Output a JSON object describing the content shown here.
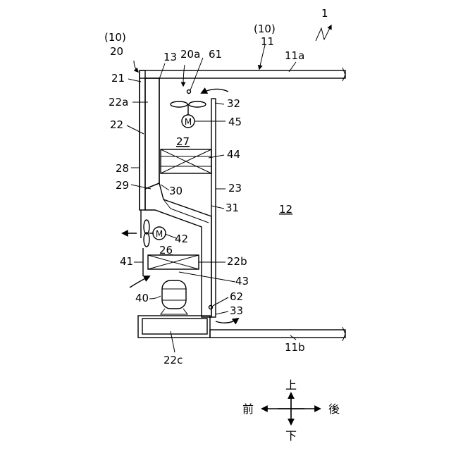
{
  "labels": {
    "fig_ref_1": "1",
    "ref_10_left": "(10)",
    "ref_20": "20",
    "ref_10_right": "(10)",
    "ref_11": "11",
    "ref_11a": "11a",
    "ref_13": "13",
    "ref_20a": "20a",
    "ref_61": "61",
    "ref_21": "21",
    "ref_22a": "22a",
    "ref_32": "32",
    "ref_22": "22",
    "ref_45": "45",
    "ref_27": "27",
    "ref_44": "44",
    "ref_28": "28",
    "ref_29": "29",
    "ref_30": "30",
    "ref_23": "23",
    "ref_31": "31",
    "ref_12": "12",
    "ref_42": "42",
    "ref_26": "26",
    "ref_41": "41",
    "ref_22b": "22b",
    "ref_43": "43",
    "ref_40": "40",
    "ref_62": "62",
    "ref_33": "33",
    "ref_11b": "11b",
    "ref_22c": "22c",
    "motor_top": "M",
    "motor_bottom": "M"
  },
  "directions": {
    "up": "上",
    "down": "下",
    "front": "前",
    "rear": "後"
  }
}
